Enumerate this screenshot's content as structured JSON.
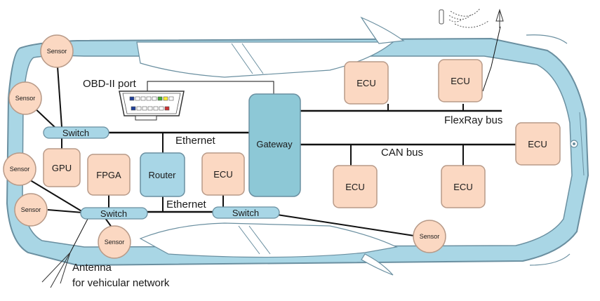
{
  "labels": {
    "obd_port": "OBD-II port",
    "ethernet_upper": "Ethernet",
    "ethernet_lower": "Ethernet",
    "flexray_bus": "FlexRay bus",
    "can_bus": "CAN bus",
    "antenna_line1": "Antenna",
    "antenna_line2": "for vehicular network"
  },
  "components": {
    "gateway": "Gateway",
    "router": "Router",
    "gpu": "GPU",
    "fpga": "FPGA",
    "ecu": "ECU",
    "switch": "Switch",
    "sensor": "Sensor"
  },
  "colors": {
    "car_body": "#a9d6e5",
    "car_outline": "#6a8fa0",
    "ecu_fill": "#fbd8c2",
    "ecu_stroke": "#b89a88",
    "gateway_fill": "#8dc8d6",
    "switch_fill": "#a8d6e6",
    "bus_line": "#111111"
  },
  "icons": [
    "obd-connector-icon",
    "antenna-icon",
    "wireless-signal-icon"
  ]
}
